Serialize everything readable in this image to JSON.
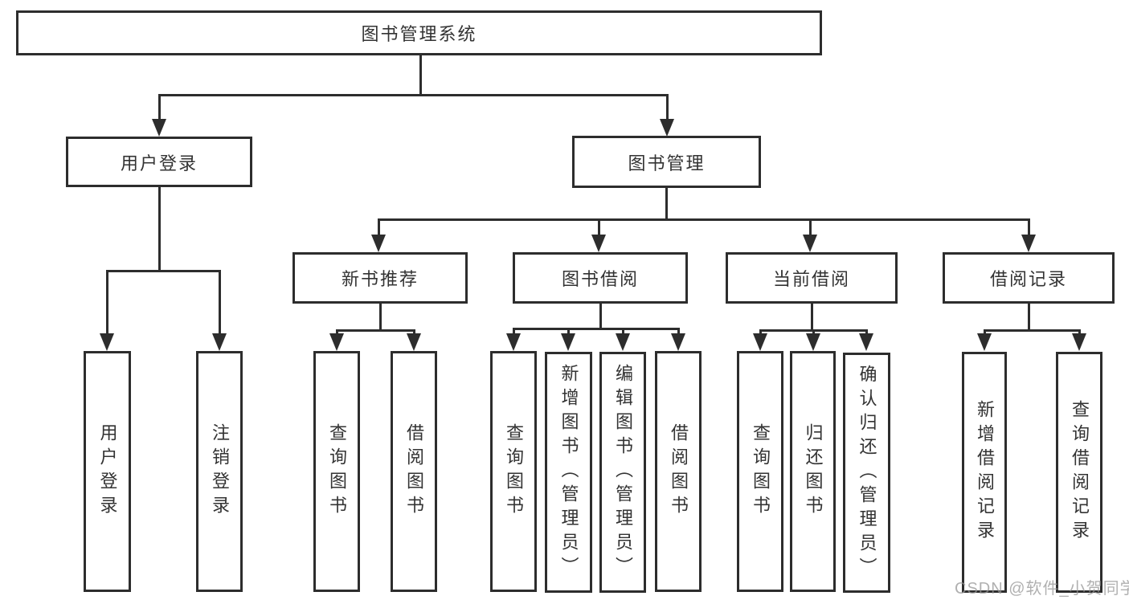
{
  "diagram_title": "图书管理系统",
  "nodes": [
    {
      "id": "root",
      "label": "图书管理系统"
    },
    {
      "id": "user-login",
      "label": "用户登录"
    },
    {
      "id": "book-management",
      "label": "图书管理"
    },
    {
      "id": "new-book-recommend",
      "label": "新书推荐"
    },
    {
      "id": "book-borrowing",
      "label": "图书借阅"
    },
    {
      "id": "current-borrowing",
      "label": "当前借阅"
    },
    {
      "id": "borrowing-records",
      "label": "借阅记录"
    },
    {
      "id": "leaf-user-login",
      "label": "用户登录"
    },
    {
      "id": "leaf-logout",
      "label": "注销登录"
    },
    {
      "id": "leaf-query-book-1",
      "label": "查询图书"
    },
    {
      "id": "leaf-borrow-book-1",
      "label": "借阅图书"
    },
    {
      "id": "leaf-query-book-2",
      "label": "查询图书"
    },
    {
      "id": "leaf-add-book",
      "label": "新增图书（管理员）"
    },
    {
      "id": "leaf-edit-book",
      "label": "编辑图书（管理员）"
    },
    {
      "id": "leaf-borrow-book-2",
      "label": "借阅图书"
    },
    {
      "id": "leaf-query-book-3",
      "label": "查询图书"
    },
    {
      "id": "leaf-return-book",
      "label": "归还图书"
    },
    {
      "id": "leaf-confirm-return",
      "label": "确认归还（管理员）"
    },
    {
      "id": "leaf-add-borrow-record",
      "label": "新增借阅记录"
    },
    {
      "id": "leaf-query-borrow-record",
      "label": "查询借阅记录"
    }
  ],
  "watermark": {
    "text": "CSDN @软件_小贺同学"
  },
  "colors": {
    "line": "#2d2d2d",
    "text": "#333333",
    "background": "#ffffff",
    "watermark": "#969696"
  }
}
